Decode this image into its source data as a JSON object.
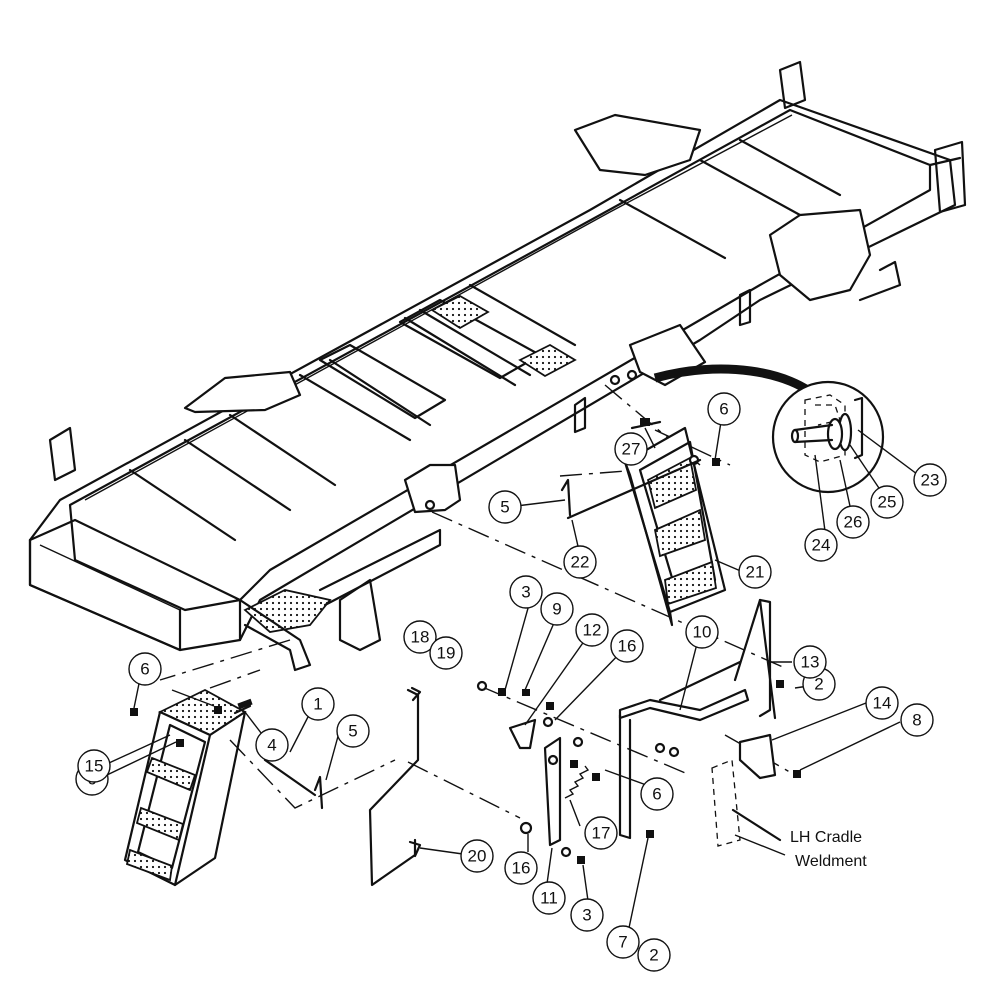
{
  "callouts": [
    {
      "id": "c1",
      "text": "1"
    },
    {
      "id": "c2a",
      "text": "2"
    },
    {
      "id": "c2b",
      "text": "2"
    },
    {
      "id": "c3a",
      "text": "3"
    },
    {
      "id": "c3b",
      "text": "3"
    },
    {
      "id": "c4",
      "text": "4"
    },
    {
      "id": "c5a",
      "text": "5"
    },
    {
      "id": "c5b",
      "text": "5"
    },
    {
      "id": "c6a",
      "text": "6"
    },
    {
      "id": "c6b",
      "text": "6"
    },
    {
      "id": "c6c",
      "text": "6"
    },
    {
      "id": "c6d",
      "text": "6"
    },
    {
      "id": "c7",
      "text": "7"
    },
    {
      "id": "c8",
      "text": "8"
    },
    {
      "id": "c9",
      "text": "9"
    },
    {
      "id": "c10",
      "text": "10"
    },
    {
      "id": "c11",
      "text": "11"
    },
    {
      "id": "c12",
      "text": "12"
    },
    {
      "id": "c13",
      "text": "13"
    },
    {
      "id": "c14",
      "text": "14"
    },
    {
      "id": "c15",
      "text": "15"
    },
    {
      "id": "c16a",
      "text": "16"
    },
    {
      "id": "c16b",
      "text": "16"
    },
    {
      "id": "c17",
      "text": "17"
    },
    {
      "id": "c18",
      "text": "18"
    },
    {
      "id": "c19",
      "text": "19"
    },
    {
      "id": "c20",
      "text": "20"
    },
    {
      "id": "c21",
      "text": "21"
    },
    {
      "id": "c22",
      "text": "22"
    },
    {
      "id": "c23",
      "text": "23"
    },
    {
      "id": "c24",
      "text": "24"
    },
    {
      "id": "c25",
      "text": "25"
    },
    {
      "id": "c26",
      "text": "26"
    },
    {
      "id": "c27",
      "text": "27"
    }
  ],
  "labels": {
    "cradle_line1": "LH Cradle",
    "cradle_line2": "Weldment"
  }
}
